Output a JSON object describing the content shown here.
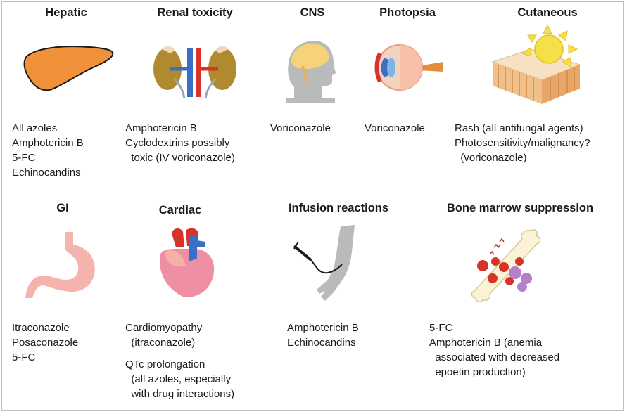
{
  "panels": {
    "hepatic": {
      "title": "Hepatic",
      "lines": [
        "All azoles",
        "Amphotericin B",
        "5-FC",
        "Echinocandins"
      ]
    },
    "renal": {
      "title": "Renal toxicity",
      "lines": [
        "Amphotericin B",
        "Cyclodextrins possibly",
        "  toxic (IV voriconazole)"
      ]
    },
    "cns": {
      "title": "CNS",
      "lines": [
        "Voriconazole"
      ]
    },
    "photopsia": {
      "title": "Photopsia",
      "lines": [
        "Voriconazole"
      ]
    },
    "cutaneous": {
      "title": "Cutaneous",
      "lines": [
        "Rash (all antifungal agents)",
        "Photosensitivity/malignancy?",
        "  (voriconazole)"
      ]
    },
    "gi": {
      "title": "GI",
      "lines": [
        "Itraconazole",
        "Posaconazole",
        "5-FC"
      ]
    },
    "cardiac": {
      "title": "Cardiac",
      "lines": [
        "Cardiomyopathy",
        "  (itraconazole)",
        "",
        "QTc prolongation",
        "  (all azoles, especially",
        "  with drug interactions)"
      ]
    },
    "infusion": {
      "title": "Infusion reactions",
      "lines": [
        "Amphotericin B",
        "Echinocandins"
      ]
    },
    "marrow": {
      "title": "Bone marrow suppression",
      "lines": [
        "5-FC",
        "",
        "Amphotericin B (anemia",
        "  associated with decreased",
        "  epoetin production)"
      ]
    }
  },
  "icons": [
    "liver-icon",
    "kidneys-icon",
    "head-brain-icon",
    "eye-icon",
    "skin-sun-icon",
    "stomach-icon",
    "heart-icon",
    "iv-arm-icon",
    "bone-marrow-icon"
  ],
  "colors": {
    "liver": "#f0913a",
    "brain": "#f6d27a",
    "sun": "#f5e04a",
    "stomach": "#f5b3ad",
    "heart": "#ee8fa3",
    "blood": "#d8332a",
    "vein": "#3b6fc6",
    "gray": "#b9babc"
  }
}
